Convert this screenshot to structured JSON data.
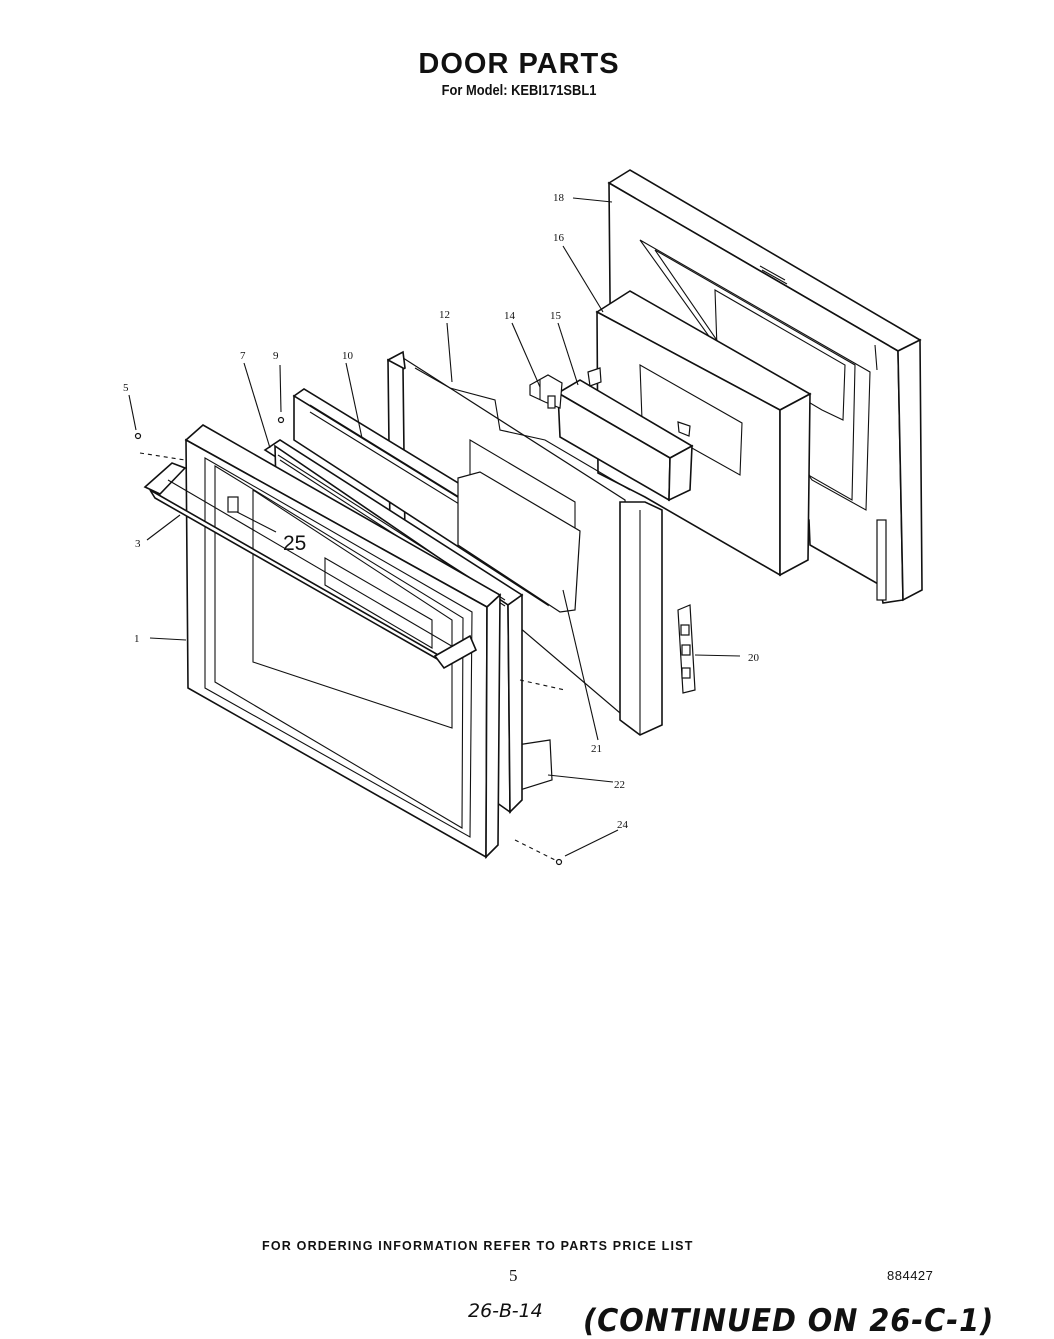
{
  "header": {
    "title": "DOOR PARTS",
    "subtitle": "For Model: KEBI171SBL1"
  },
  "parts": [
    {
      "label": "1"
    },
    {
      "label": "3"
    },
    {
      "label": "5"
    },
    {
      "label": "7"
    },
    {
      "label": "9"
    },
    {
      "label": "10"
    },
    {
      "label": "12"
    },
    {
      "label": "14"
    },
    {
      "label": "15"
    },
    {
      "label": "16"
    },
    {
      "label": "18"
    },
    {
      "label": "20"
    },
    {
      "label": "21"
    },
    {
      "label": "22"
    },
    {
      "label": "24"
    },
    {
      "label": "25"
    }
  ],
  "footer": {
    "note": "FOR ORDERING INFORMATION REFER TO PARTS PRICE LIST",
    "page_number": "5",
    "doc_number": "884427",
    "handwritten_ref": "26-B-14",
    "continued": "(CONTINUED ON 26-C-1)"
  }
}
